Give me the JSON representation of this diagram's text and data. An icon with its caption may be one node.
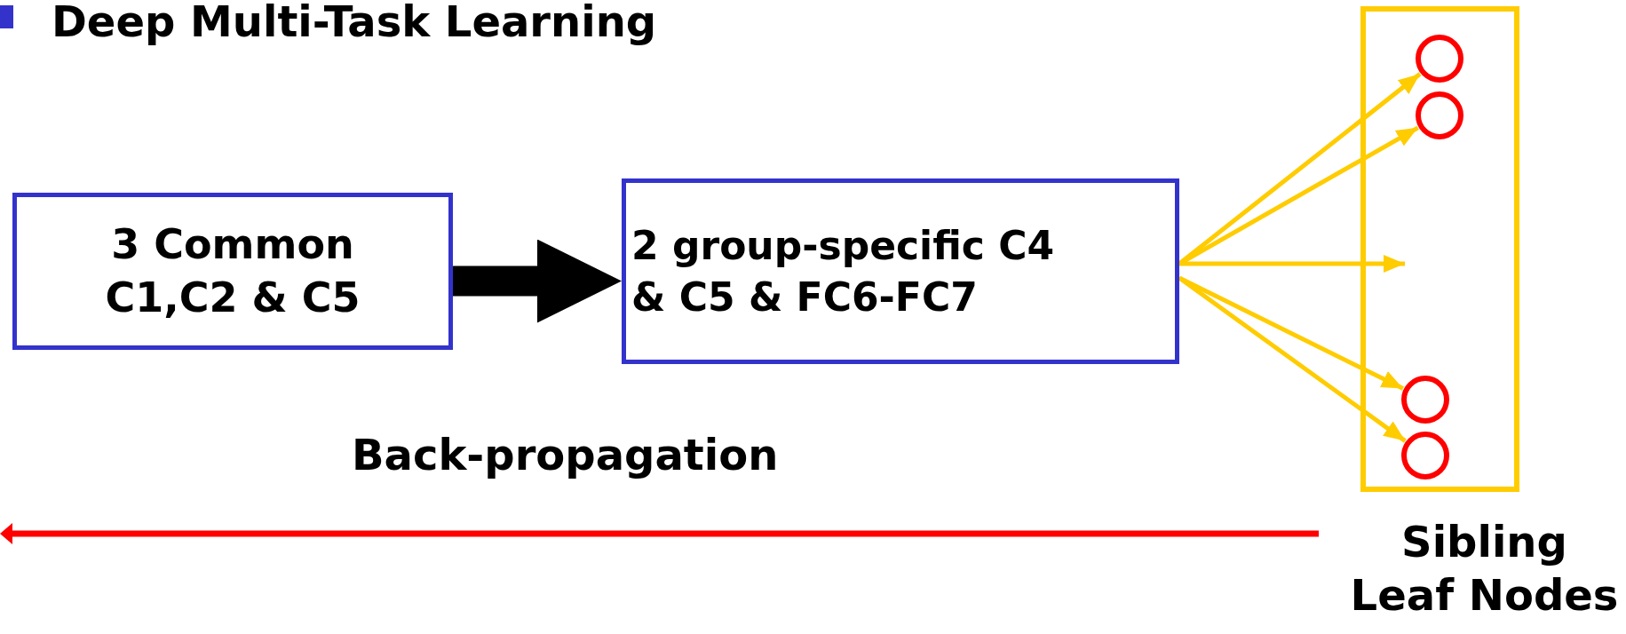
{
  "diagram": {
    "title": "Deep Multi-Task Learning",
    "nodes": [
      {
        "text": [
          "3 Common C1,C2 & C5"
        ]
      },
      {
        "text": [
          "2 group-specific C4 & C5 & FC6-FC7"
        ]
      },
      {
        "text": [],
        "shape": "box",
        "beside": [
          "Sibling Leaf Nodes"
        ]
      },
      {
        "text": [],
        "shape": "circle",
        "in": 2
      },
      {
        "text": [],
        "shape": "circle",
        "in": 2
      },
      {
        "text": [],
        "shape": "circle",
        "in": 2
      },
      {
        "text": [],
        "shape": "circle",
        "in": 2
      }
    ],
    "edges": [
      {
        "from": 0,
        "to": 1,
        "arrow": "to",
        "style": "thick",
        "color": "#000000"
      },
      {
        "from": 1,
        "to": 3,
        "arrow": "to"
      },
      {
        "from": 1,
        "to": 4,
        "arrow": "to"
      },
      {
        "from": 1,
        "to": 2,
        "arrow": "to"
      },
      {
        "from": 1,
        "to": 5,
        "arrow": "to"
      },
      {
        "from": 1,
        "to": 6,
        "arrow": "to"
      }
    ],
    "labels": [
      "Back-propagation"
    ]
  }
}
